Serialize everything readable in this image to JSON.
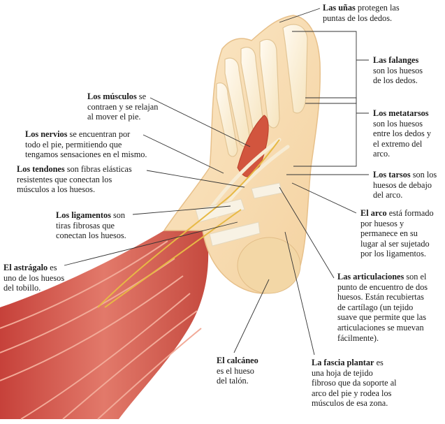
{
  "labels": {
    "unas": {
      "term": "Las uñas",
      "lines": [
        " protegen las",
        "puntas de los dedos."
      ]
    },
    "falanges": {
      "term": "Las falanges",
      "lines": [
        "",
        "son los huesos",
        "de los dedos."
      ]
    },
    "metatarsos": {
      "term": "Los metatarsos",
      "lines": [
        "",
        "son los huesos",
        "entre los dedos y",
        "el extremo del",
        "arco."
      ]
    },
    "tarsos": {
      "term": "Los tarsos",
      "lines": [
        " son los",
        "huesos de debajo",
        "del arco."
      ]
    },
    "arco": {
      "term": "El arco",
      "lines": [
        " está formado",
        "por huesos y",
        "permanece en su",
        "lugar al ser sujetado",
        "por los ligamentos."
      ]
    },
    "articulaciones": {
      "term": "Las articulaciones",
      "lines": [
        " son el",
        "punto de encuentro de dos",
        "huesos. Están recubiertas",
        "de cartílago (un tejido",
        "suave que permite que las",
        "articulaciones se muevan",
        "fácilmente)."
      ]
    },
    "fascia": {
      "term": "La fascia plantar",
      "lines": [
        " es",
        "una hoja de tejido",
        "fibroso que da soporte al",
        "arco del pie y rodea los",
        "músculos de esa zona."
      ]
    },
    "calcaneo": {
      "term": "El calcáneo",
      "lines": [
        "",
        "es el hueso",
        "del talón."
      ]
    },
    "astragalo": {
      "term": "El astrágalo",
      "lines": [
        " es",
        "uno de los huesos",
        "del tobillo."
      ]
    },
    "ligamentos": {
      "term": "Los ligamentos",
      "lines": [
        " son",
        "tiras fibrosas que",
        "conectan los huesos."
      ]
    },
    "tendones": {
      "term": "Los tendones",
      "lines": [
        " son fibras elásticas",
        "resistentes que conectan los",
        "músculos a los huesos."
      ]
    },
    "nervios": {
      "term": "Los nervios",
      "lines": [
        " se encuentran por",
        "todo el pie, permitiendo que",
        "tengamos sensaciones en el mismo."
      ]
    },
    "musculos": {
      "term": "Los músculos",
      "lines": [
        " se",
        "contraen y se relajan",
        "al mover el pie."
      ]
    }
  }
}
